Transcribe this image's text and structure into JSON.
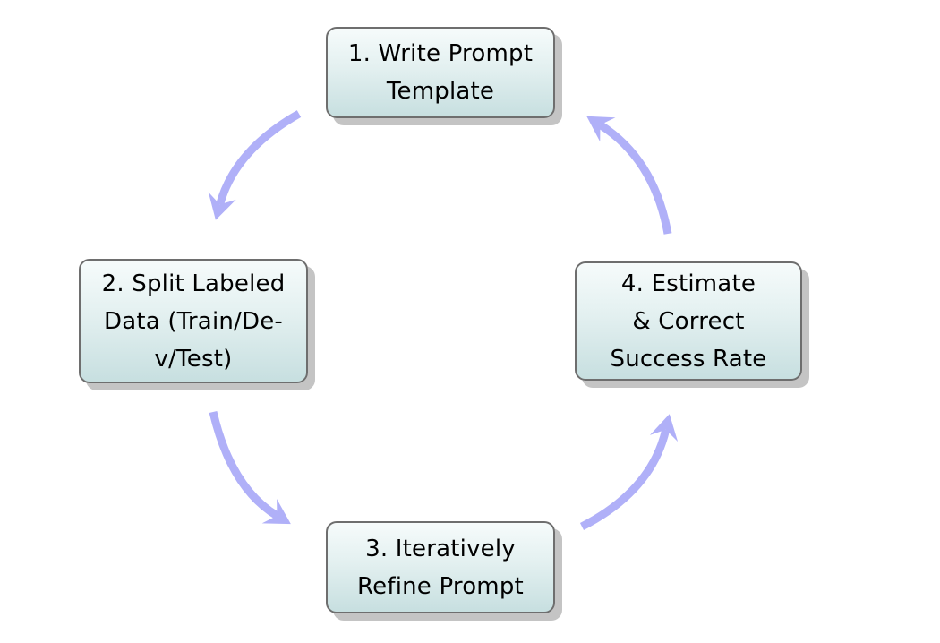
{
  "diagram": {
    "type": "cycle",
    "arrow_color": "#b0b0f8",
    "box_border_color": "#6e6e6e",
    "box_fill_top": "#f6fbfb",
    "box_fill_bottom": "#c7dfe0",
    "steps": [
      {
        "id": "1",
        "label": "1.  Write Prompt\nTemplate"
      },
      {
        "id": "2",
        "label": "2.  Split Labeled\nData (Train/De-\nv/Test)"
      },
      {
        "id": "3",
        "label": "3.  Iteratively\nRefine Prompt"
      },
      {
        "id": "4",
        "label": "4.  Estimate\n& Correct\nSuccess Rate"
      }
    ],
    "edges": [
      {
        "from": "1",
        "to": "2"
      },
      {
        "from": "2",
        "to": "3"
      },
      {
        "from": "3",
        "to": "4"
      },
      {
        "from": "4",
        "to": "1"
      }
    ]
  }
}
